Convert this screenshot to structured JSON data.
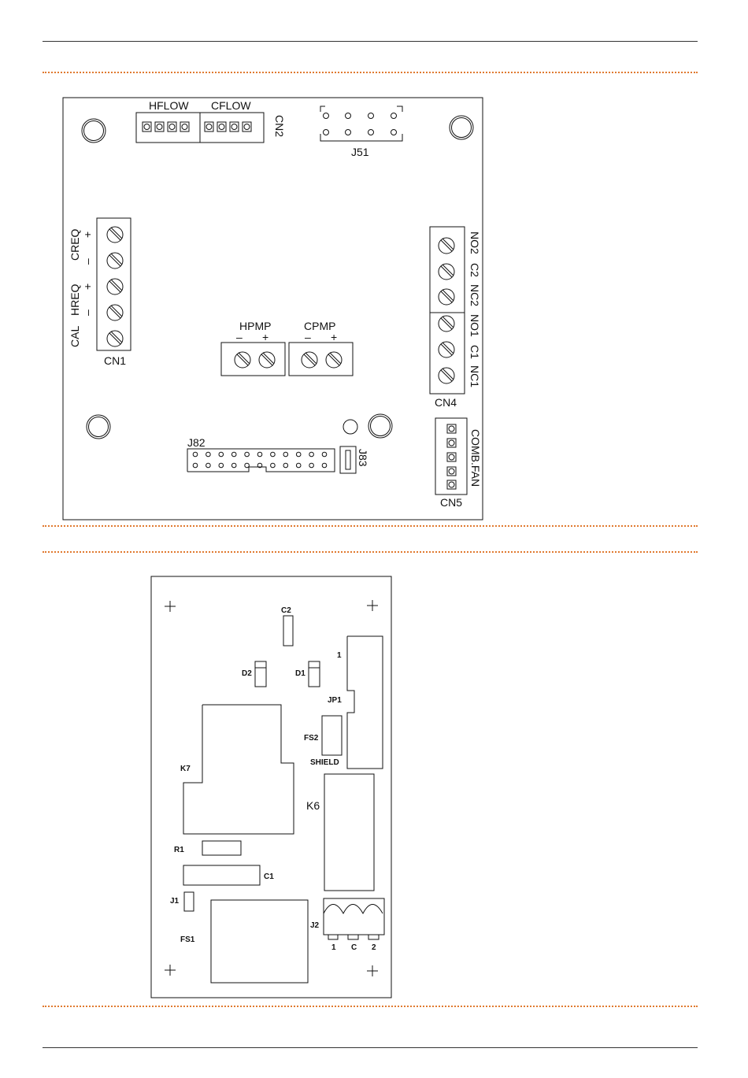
{
  "board1": {
    "hflow": "HFLOW",
    "cflow": "CFLOW",
    "cn2": "CN2",
    "j51": "J51",
    "creq": "CREQ",
    "hreq": "HREQ",
    "cal": "CAL",
    "cn1": "CN1",
    "plus": "+",
    "minus": "–",
    "hpmp": "HPMP",
    "cpmp": "CPMP",
    "no2": "NO2",
    "c2": "C2",
    "nc2": "NC2",
    "no1": "NO1",
    "c1": "C1",
    "nc1": "NC1",
    "cn4": "CN4",
    "j82": "J82",
    "j83": "J83",
    "combfan": "COMB.FAN",
    "cn5": "CN5"
  },
  "board2": {
    "c2": "C2",
    "d2": "D2",
    "d1": "D1",
    "one": "1",
    "jp1": "JP1",
    "fs2": "FS2",
    "shield": "SHIELD",
    "k7": "K7",
    "k6": "K6",
    "r1": "R1",
    "c1": "C1",
    "j1": "J1",
    "fs1": "FS1",
    "j2": "J2",
    "t1": "1",
    "tc": "C",
    "t2": "2"
  }
}
